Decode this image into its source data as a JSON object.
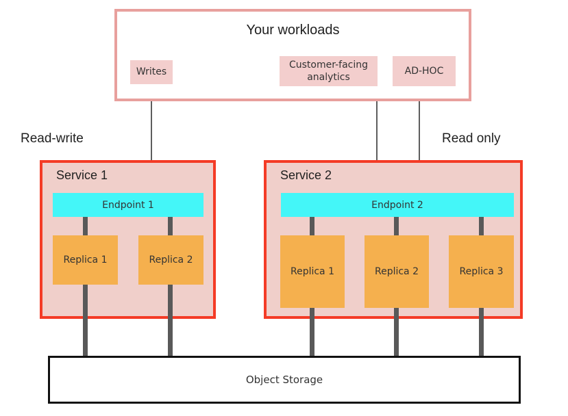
{
  "colors": {
    "panel_border": "#e8a09d",
    "workload_item_bg": "#f3cecd",
    "service_bg": "#f0cfca",
    "service_border": "#f43b26",
    "endpoint_bg": "#44f6f8",
    "replica_bg": "#f5b04e",
    "connector": "#595959",
    "arrow": "#5d5d5d",
    "storage_border": "#111111",
    "text_dark": "#1f1f1f",
    "text_box": "#333333"
  },
  "workloads_panel": {
    "title": "Your workloads",
    "items": [
      {
        "label": "Writes"
      },
      {
        "label": "Customer-facing analytics"
      },
      {
        "label": "AD-HOC"
      }
    ]
  },
  "zone_labels": {
    "left": "Read-write",
    "right": "Read only"
  },
  "services": [
    {
      "name": "Service 1",
      "endpoint": "Endpoint 1",
      "replicas": [
        "Replica 1",
        "Replica 2"
      ]
    },
    {
      "name": "Service 2",
      "endpoint": "Endpoint 2",
      "replicas": [
        "Replica 1",
        "Replica 2",
        "Replica 3"
      ]
    }
  ],
  "storage": {
    "label": "Object Storage"
  }
}
